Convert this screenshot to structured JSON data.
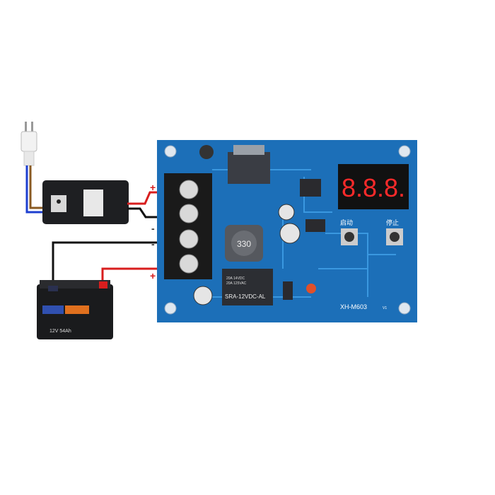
{
  "labels": {
    "plus_top": "+",
    "minus_top": "-",
    "minus_bottom": "-",
    "plus_bottom": "+"
  },
  "board": {
    "model": "XH-M603",
    "version": "V1",
    "inductor": "330",
    "relay_line1": "20A 14VDC",
    "relay_line2": "20A 125VAC",
    "relay_model": "SRA-12VDC-AL",
    "start_button": "启动",
    "stop_button": "停止",
    "display": "8.8.8."
  },
  "battery": {
    "label": "12V 54Ah"
  },
  "colors": {
    "board": "#1c6fb8",
    "trace": "#3a98e0",
    "wire_red": "#d81e1e",
    "wire_black": "#111111",
    "display_red": "#ff2a2a"
  }
}
